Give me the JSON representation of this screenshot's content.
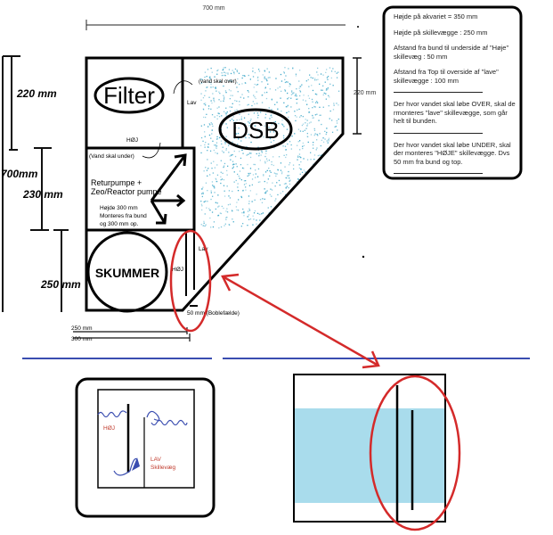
{
  "dimensions": {
    "top_width": "700 mm",
    "total_height": "700mm",
    "filter_height": "220 mm",
    "pump_height": "230 mm",
    "skimmer_height": "250 mm",
    "right_height": "220 mm",
    "bottom_width_1": "250 mm",
    "bottom_width_2": "300 mm"
  },
  "compartments": {
    "filter": "Filter",
    "dsb": "DSB",
    "skimmer": "SKUMMER",
    "pump_line1": "Returpumpe +",
    "pump_line2": "Zeo/Reactor pumpe",
    "pump_note1": "Højde 300 mm",
    "pump_note2": "Monteres fra bund",
    "pump_note3": "og 300 mm op."
  },
  "labels": {
    "water_over": "(vand skal over)",
    "lav_top": "Lav",
    "hoj_mid": "HØJ",
    "water_under": "(Vand skal under)",
    "lav_skimmer": "Lav",
    "hoj_skimmer": "HØJ",
    "bubble_trap": "50 mm (Boblefælde)"
  },
  "notes": {
    "line1": "Højde på akvariet = 350 mm",
    "line2": "Højde på skillevægge : 250 mm",
    "line3": "Afstand fra bund til underside af \"Høje\" skillevæg : 50 mm",
    "line4": "Afstand fra Top til overside af \"lave\" skillevægge : 100 mm",
    "line5": "Der hvor vandet skal løbe OVER, skal de rmonteres \"lave\" skillevægge, som går helt til bunden.",
    "line6": "Der hvor vandet skal løbe UNDER, skal der monteres \"HØJE\" skillevægge. Dvs 50 mm fra bund og top."
  },
  "detail": {
    "hoj": "HØJ",
    "lav": "LAV",
    "skillevaeg": "Skillevæg"
  },
  "colors": {
    "red": "#d42a2a",
    "blue_line": "#3a4db0",
    "sand": "#3aa6c8",
    "water": "#a9dcec"
  }
}
